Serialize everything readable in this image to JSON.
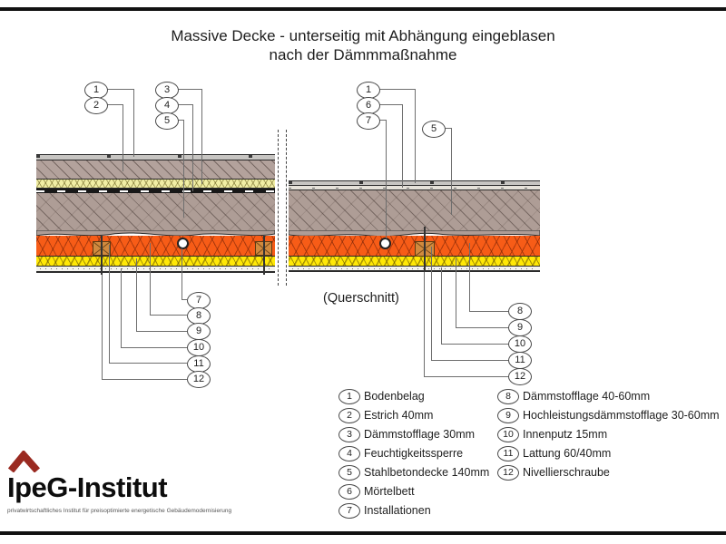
{
  "title": {
    "line1": "Massive Decke - unterseitig mit Abhängung eingeblasen",
    "line2": "nach der Dämmmaßnahme"
  },
  "sections": {
    "cross_section_label": "(Querschnitt)"
  },
  "callouts": {
    "left_top": [
      "1",
      "2",
      "3",
      "4",
      "5"
    ],
    "left_bottom": [
      "7",
      "8",
      "9",
      "10",
      "11",
      "12"
    ],
    "right_top": [
      "1",
      "6",
      "7",
      "5"
    ],
    "right_bottom": [
      "8",
      "9",
      "10",
      "11",
      "12"
    ]
  },
  "legend": {
    "column1": [
      {
        "num": "1",
        "label": "Bodenbelag"
      },
      {
        "num": "2",
        "label": "Estrich 40mm"
      },
      {
        "num": "3",
        "label": "Dämmstofflage 30mm"
      },
      {
        "num": "4",
        "label": "Feuchtigkeitssperre"
      },
      {
        "num": "5",
        "label": "Stahlbetondecke 140mm"
      },
      {
        "num": "6",
        "label": "Mörtelbett"
      },
      {
        "num": "7",
        "label": "Installationen"
      }
    ],
    "column2": [
      {
        "num": "8",
        "label": "Dämmstofflage 40-60mm"
      },
      {
        "num": "9",
        "label": "Hochleistungsdämmstofflage 30-60mm"
      },
      {
        "num": "10",
        "label": "Innenputz 15mm"
      },
      {
        "num": "11",
        "label": "Lattung 60/40mm"
      },
      {
        "num": "12",
        "label": "Nivellierschraube"
      }
    ]
  },
  "logo": {
    "name": "IpeG-Institut",
    "tagline": "privatwirtschaftliches Institut für preisoptimierte energetische Gebäudemodernisierung"
  },
  "colors": {
    "roof_accent": "#9a2a21",
    "estrich": "#b3a29c",
    "concrete": "#ae9d96",
    "blown_insulation": "#f75c17",
    "hp_insulation": "#ffe806",
    "pale_insulation": "#f0eda4",
    "membrane": "#181818",
    "lattung": "#d18a3e"
  }
}
